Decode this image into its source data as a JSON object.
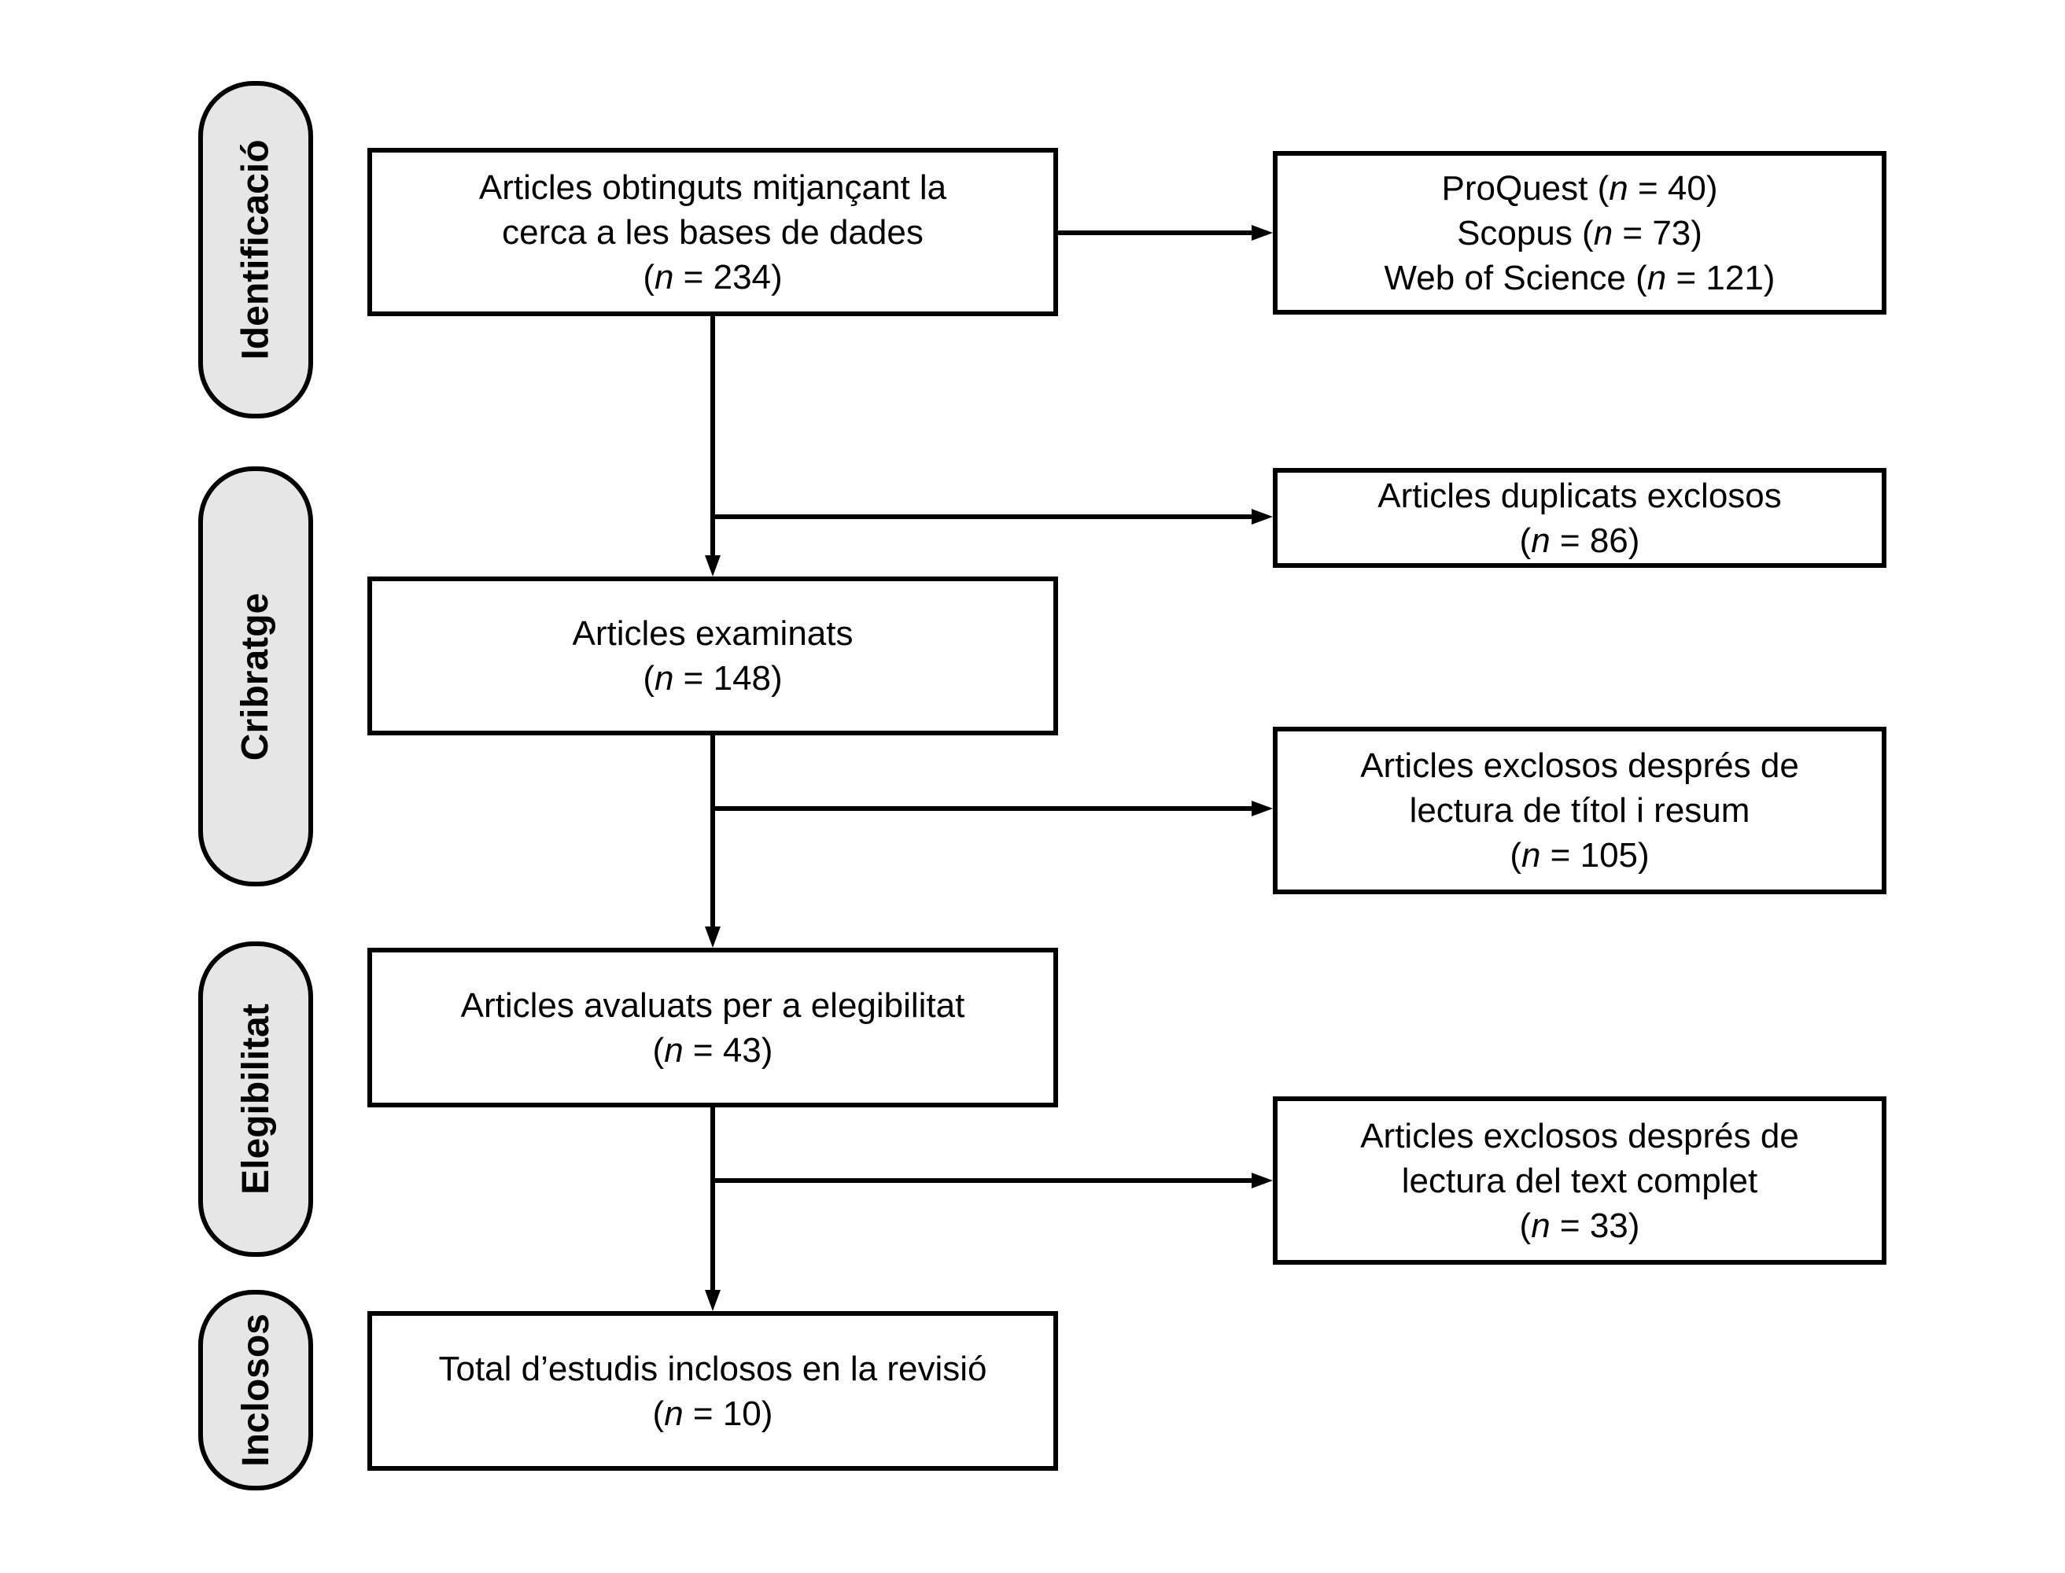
{
  "colors": {
    "background": "#ffffff",
    "box_fill": "#ffffff",
    "stage_fill": "#e6e6e6",
    "border": "#000000"
  },
  "stages": [
    {
      "label": "Identificació"
    },
    {
      "label": "Cribratge"
    },
    {
      "label": "Elegibilitat"
    },
    {
      "label": "Inclosos"
    }
  ],
  "boxes": {
    "retrieved": {
      "lines": [
        {
          "pre": "Articles obtinguts mitjançant la",
          "n": "",
          "post": ""
        },
        {
          "pre": "cerca a les bases de dades",
          "n": "",
          "post": ""
        },
        {
          "pre": "(",
          "n": "n",
          "post": " = 234)"
        }
      ]
    },
    "sources": {
      "lines": [
        {
          "pre": "ProQuest (",
          "n": "n",
          "post": " = 40)"
        },
        {
          "pre": "Scopus (",
          "n": "n",
          "post": " = 73)"
        },
        {
          "pre": "Web of Science (",
          "n": "n",
          "post": " = 121)"
        }
      ]
    },
    "duplicates_excluded": {
      "lines": [
        {
          "pre": "Articles duplicats exclosos",
          "n": "",
          "post": ""
        },
        {
          "pre": "(",
          "n": "n",
          "post": " = 86)"
        }
      ]
    },
    "screened": {
      "lines": [
        {
          "pre": "Articles examinats",
          "n": "",
          "post": ""
        },
        {
          "pre": "(",
          "n": "n",
          "post": " = 148)"
        }
      ]
    },
    "excluded_title_abstract": {
      "lines": [
        {
          "pre": "Articles exclosos després de",
          "n": "",
          "post": ""
        },
        {
          "pre": "lectura de títol i resum",
          "n": "",
          "post": ""
        },
        {
          "pre": "(",
          "n": "n",
          "post": " = 105)"
        }
      ]
    },
    "eligibility": {
      "lines": [
        {
          "pre": "Articles avaluats per a elegibilitat",
          "n": "",
          "post": ""
        },
        {
          "pre": "(",
          "n": "n",
          "post": " = 43)"
        }
      ]
    },
    "excluded_full_text": {
      "lines": [
        {
          "pre": "Articles exclosos després de",
          "n": "",
          "post": ""
        },
        {
          "pre": "lectura del text complet",
          "n": "",
          "post": ""
        },
        {
          "pre": "(",
          "n": "n",
          "post": " = 33)"
        }
      ]
    },
    "included": {
      "lines": [
        {
          "pre": "Total d’estudis inclosos en la revisió",
          "n": "",
          "post": ""
        },
        {
          "pre": "(",
          "n": "n",
          "post": " = 10)"
        }
      ]
    }
  }
}
